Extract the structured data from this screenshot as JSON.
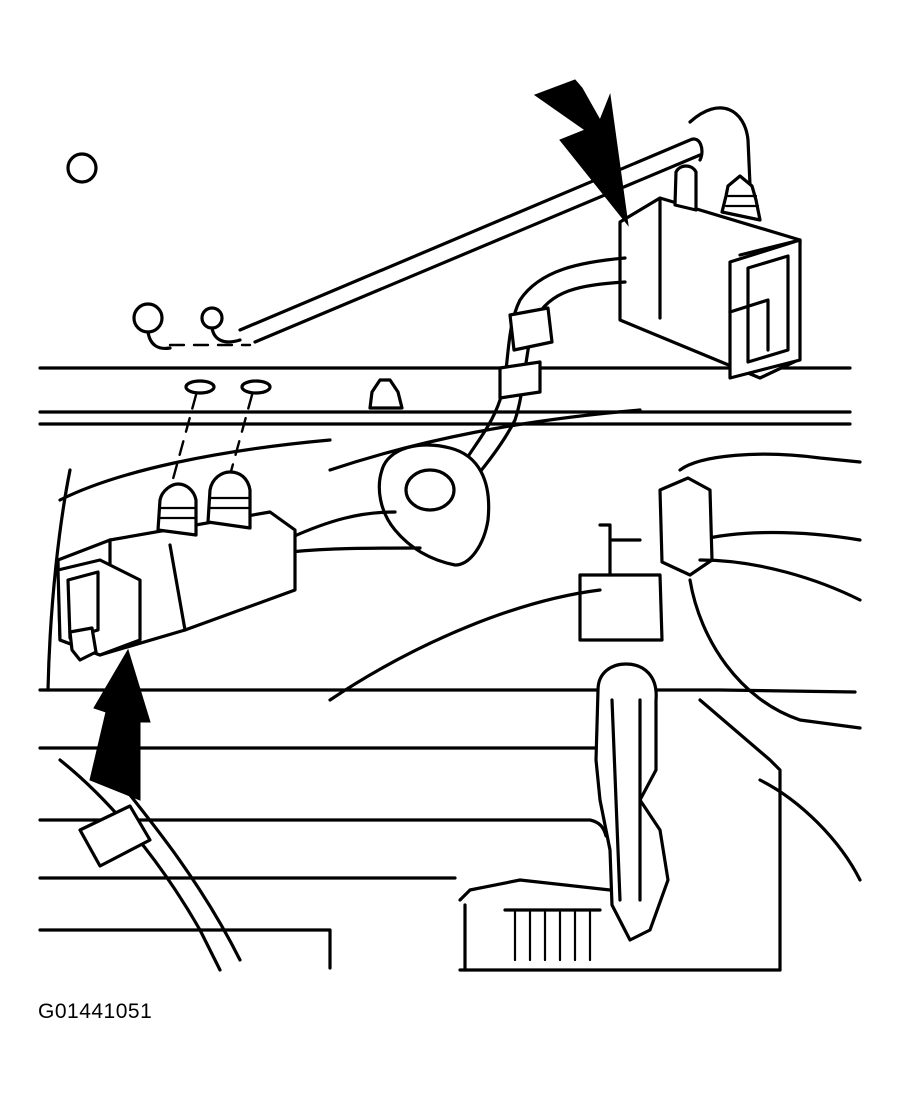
{
  "figure": {
    "id_text": "G01441051",
    "background": "#ffffff",
    "ink": "#000000"
  },
  "callouts": [
    {
      "name": "upper-sensor-arrow",
      "points_to": "upper-connector"
    },
    {
      "name": "lower-connector-arrow",
      "points_to": "lower-connector"
    }
  ]
}
